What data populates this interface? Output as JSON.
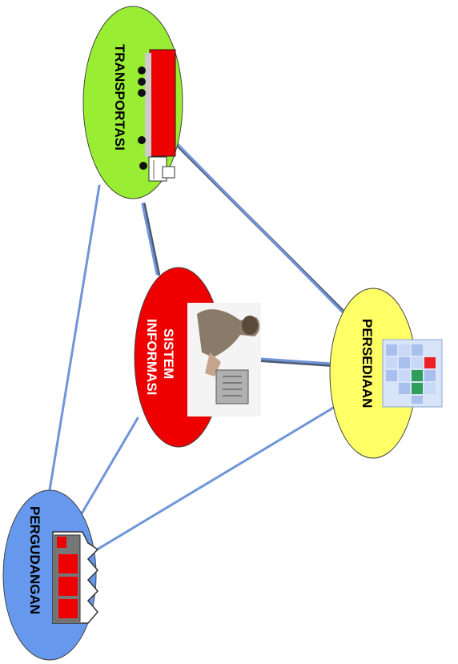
{
  "nodes": {
    "transportasi": {
      "label": "TRANSPORTASI",
      "fill": "#99ee33",
      "icon": "truck-icon"
    },
    "persediaan": {
      "label": "PERSEDIAAN",
      "fill": "#ffff66",
      "icon": "inventory-cubes-icon"
    },
    "sistem_informasi": {
      "label_line1": "SISTEM",
      "label_line2": "INFORMASI",
      "fill": "#ee0000",
      "icon": "person-at-computer-icon"
    },
    "pergudangan": {
      "label": "PERGUDANGAN",
      "fill": "#6699ee",
      "icon": "warehouse-icon"
    }
  },
  "colors": {
    "connector": "#6f95d8",
    "connector_shadow": "#505a70"
  }
}
